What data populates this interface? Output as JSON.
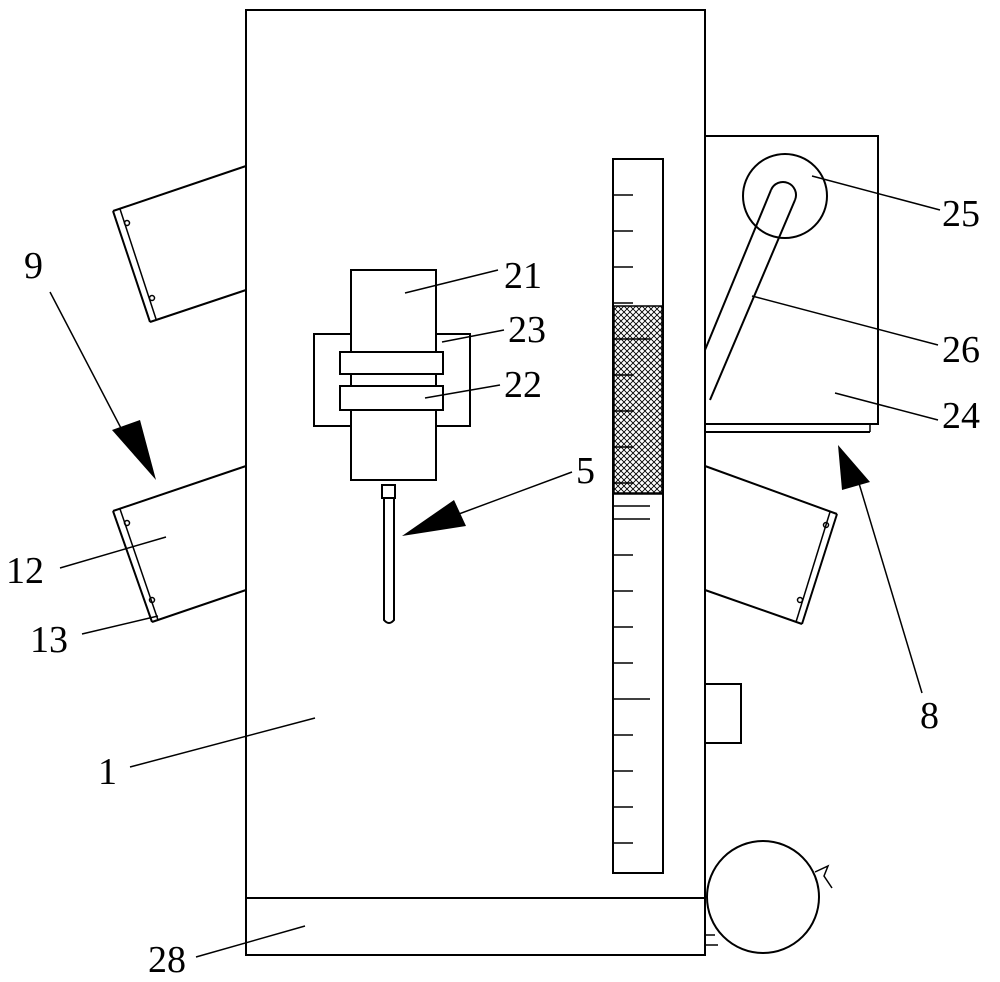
{
  "labels": {
    "l1": "1",
    "l5": "5",
    "l8": "8",
    "l9": "9",
    "l12": "12",
    "l13": "13",
    "l21": "21",
    "l22": "22",
    "l23": "23",
    "l24": "24",
    "l25": "25",
    "l26": "26",
    "l28": "28"
  },
  "colors": {
    "stroke": "#000000",
    "background": "#ffffff"
  }
}
